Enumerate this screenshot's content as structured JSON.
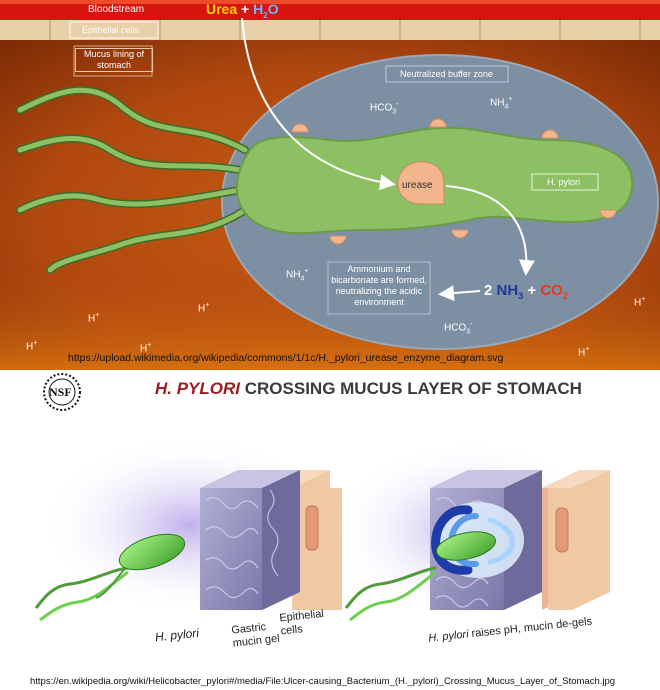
{
  "top_diagram": {
    "bloodstream_label": "Bloodstream",
    "epithelial_cells_label": "Epithelial cells",
    "urea_label": "Urea",
    "plus": "+",
    "water_h": "H",
    "water_sub": "2",
    "water_o": "O",
    "mucus_lining_label": "Mucus lining of stomach",
    "neutralized_zone_label": "Neutralized buffer zone",
    "hco3_top": "HCO",
    "hco3_sub": "3",
    "hco3_sup": "-",
    "nh4_top": "NH",
    "nh4_sub": "4",
    "nh4_sup": "+",
    "urease_label": "urease",
    "hpylori_label": "H. pylori",
    "nh4_bottom": "NH",
    "explanation_box": "Ammonium and bicarbonate are formed, neutralizing the acidic environment",
    "product_coeff": "2",
    "nh3_text": "NH",
    "nh3_sub": "3",
    "co2_text": "CO",
    "co2_sub": "2",
    "hco3_bottom": "HCO",
    "proton": "H",
    "proton_sup": "+",
    "source_url": "https://upload.wikimedia.org/wikipedia/commons/1/1c/H._pylori_urease_enzyme_diagram.svg",
    "colors": {
      "red_band": "#d8140f",
      "tan_band": "#e8d0a9",
      "stomach_brown": "#b24a0e",
      "buffer_zone": "#7d8fa3",
      "bacterium": "#8cc063",
      "urea_yellow": "#ffd400",
      "co2_red": "#e83a1a",
      "nh3_blue": "#1e3a9a"
    }
  },
  "bottom_panel": {
    "nsf_logo": "NSF",
    "title_italic": "H. PYLORI",
    "title_rest": "CROSSING MUCUS LAYER OF STOMACH",
    "label_hpylori": "H. pylori",
    "label_gastric": "Gastric mucin gel",
    "label_epithelial": "Epithelial cells",
    "label_raises_italic": "H. pylori",
    "label_raises_rest": "raises pH, mucin de-gels",
    "source_url": "https://en.wikipedia.org/wiki/Helicobacter_pylori#/media/File:Ulcer-causing_Bacterium_(H._pylori)_Crossing_Mucus_Layer_of_Stomach.jpg",
    "colors": {
      "title_red": "#9b1c1c",
      "bacterium_green": "#6dcf4e",
      "mucus_purple": "#8a86b8",
      "cell_peach": "#f1c8a4",
      "wave_blue": "#3a6fd8"
    }
  }
}
